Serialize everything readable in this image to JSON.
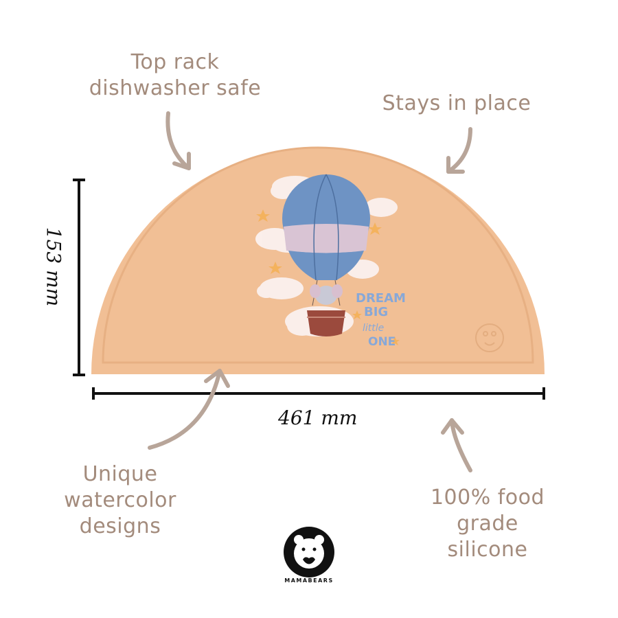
{
  "features": {
    "top_rack": [
      "Top rack",
      "dishwasher safe"
    ],
    "stays": [
      "Stays in place"
    ],
    "unique": [
      "Unique",
      "watercolor",
      "designs"
    ],
    "food_grade": [
      "100% food",
      "grade",
      "silicone"
    ]
  },
  "dimensions": {
    "width": "461 mm",
    "height": "153 mm"
  },
  "mat_print": {
    "line1": "DREAM",
    "line2": "BIG",
    "line3": "little",
    "line4": "ONE"
  },
  "brand": {
    "name": "MAMABEARS"
  },
  "colors": {
    "mat": "#f1bf95",
    "text": "#a38b7c",
    "arrow": "#b8a599",
    "balloon": "#6e93c4"
  }
}
